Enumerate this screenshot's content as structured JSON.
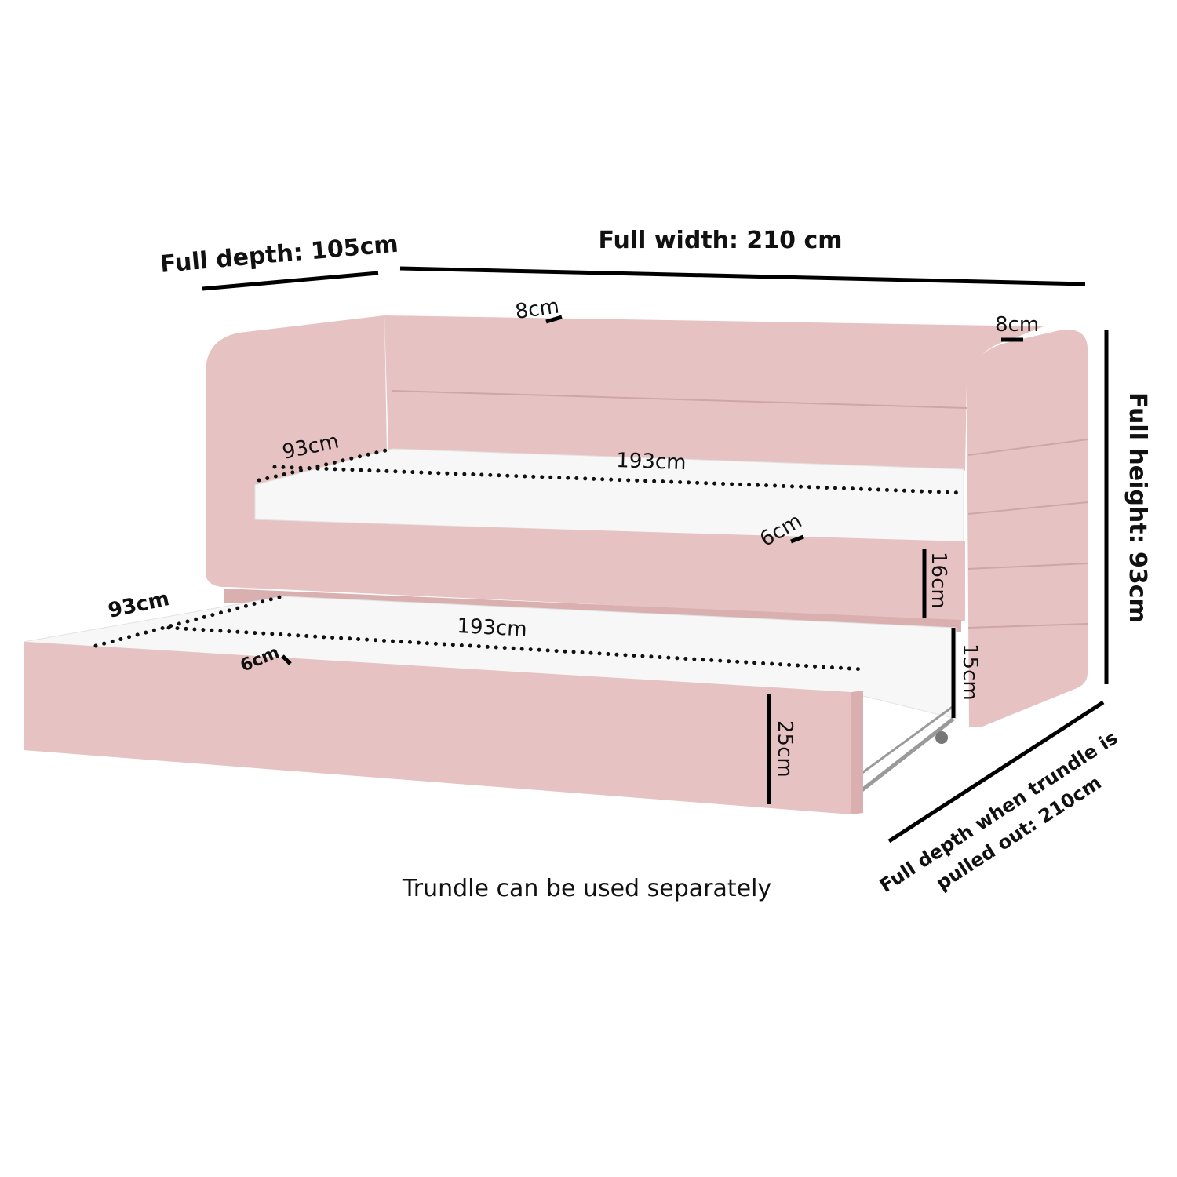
{
  "colors": {
    "upholstery": "#e6c3c2",
    "upholstery_shade": "#d9b0af",
    "mattress": "#f7f7f7",
    "metal": "#9a9a9a"
  },
  "labels": {
    "full_depth": "Full depth: 105cm",
    "full_width": "Full width: 210 cm",
    "full_height": "Full height: 93cm",
    "pulled_out_line1": "Full depth when trundle is",
    "pulled_out_line2": "pulled out: 210cm",
    "trundle_note": "Trundle can be used separately"
  },
  "dimensions": {
    "backrest_thickness": "8cm",
    "arm_thickness": "8cm",
    "upper_mattress_depth": "93cm",
    "upper_mattress_length": "193cm",
    "upper_mattress_gap": "6cm",
    "upper_rail_height": "16cm",
    "lower_mattress_depth": "93cm",
    "lower_mattress_length": "193cm",
    "lower_mattress_gap": "6cm",
    "lower_mattress_height": "15cm",
    "trundle_height": "25cm"
  }
}
